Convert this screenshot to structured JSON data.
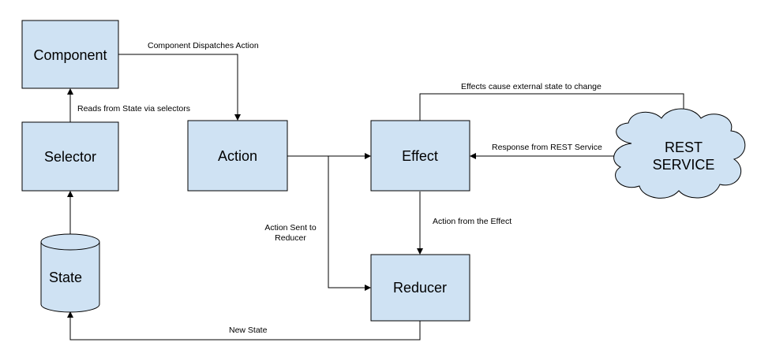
{
  "colors": {
    "node_fill": "#cfe2f3",
    "stroke": "#000000",
    "background": "#ffffff"
  },
  "nodes": {
    "component": "Component",
    "selector": "Selector",
    "state": "State",
    "action": "Action",
    "effect": "Effect",
    "reducer": "Reducer",
    "rest_line1": "REST",
    "rest_line2": "SERVICE"
  },
  "edges": {
    "component_dispatches": "Component Dispatches Action",
    "reads_from_state": "Reads from State via selectors",
    "effects_cause": "Effects cause external state to change",
    "response_from_rest": "Response from REST Service",
    "action_sent_line1": "Action Sent to",
    "action_sent_line2": "Reducer",
    "action_from_effect": "Action from the Effect",
    "new_state": "New State"
  }
}
